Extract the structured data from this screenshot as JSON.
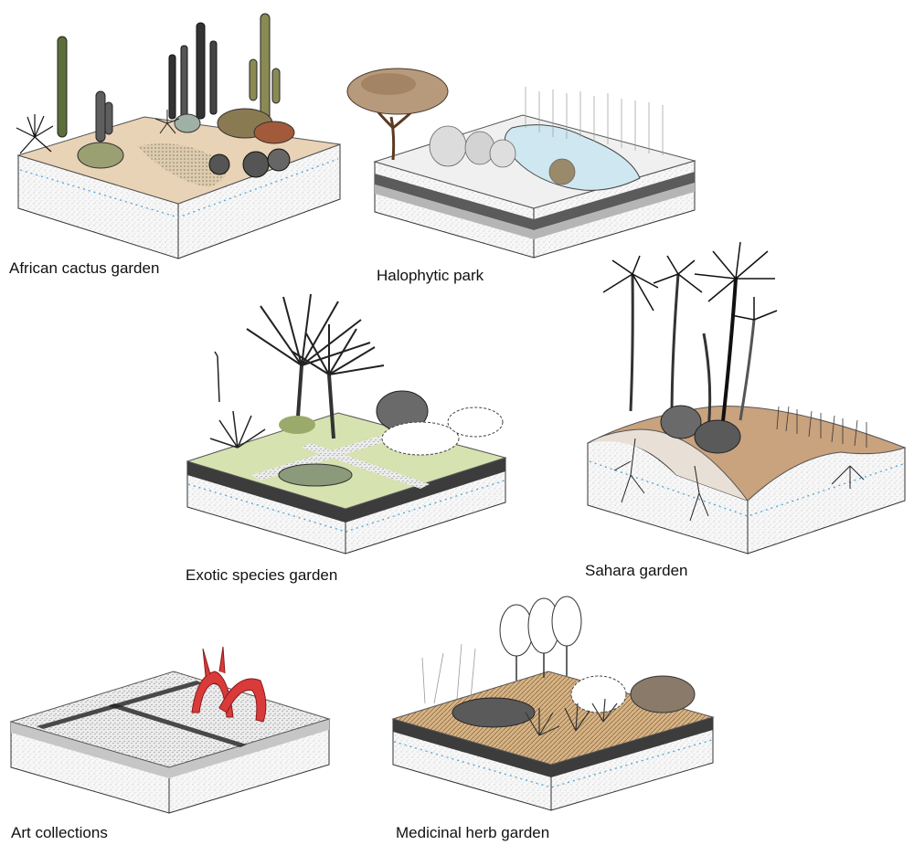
{
  "gardens": [
    {
      "label": "African cactus garden",
      "icon": "cactus-icon"
    },
    {
      "label": "Halophytic park",
      "icon": "tree-icon"
    },
    {
      "label": "Exotic species garden",
      "icon": "palm-fan-icon"
    },
    {
      "label": "Sahara garden",
      "icon": "palm-tree-icon"
    },
    {
      "label": "Art collections",
      "icon": "sculpture-icon"
    },
    {
      "label": "Medicinal herb garden",
      "icon": "herb-icon"
    }
  ],
  "colors": {
    "sand": "#e9d3b6",
    "water": "#cfe7f0",
    "grass": "#d6e2b0",
    "dune": "#c9a27e",
    "sculpture": "#d93a3a",
    "soil": "#f3f3f3",
    "dark_layer": "#5b5b5b",
    "water_line": "#5aa8d8"
  }
}
